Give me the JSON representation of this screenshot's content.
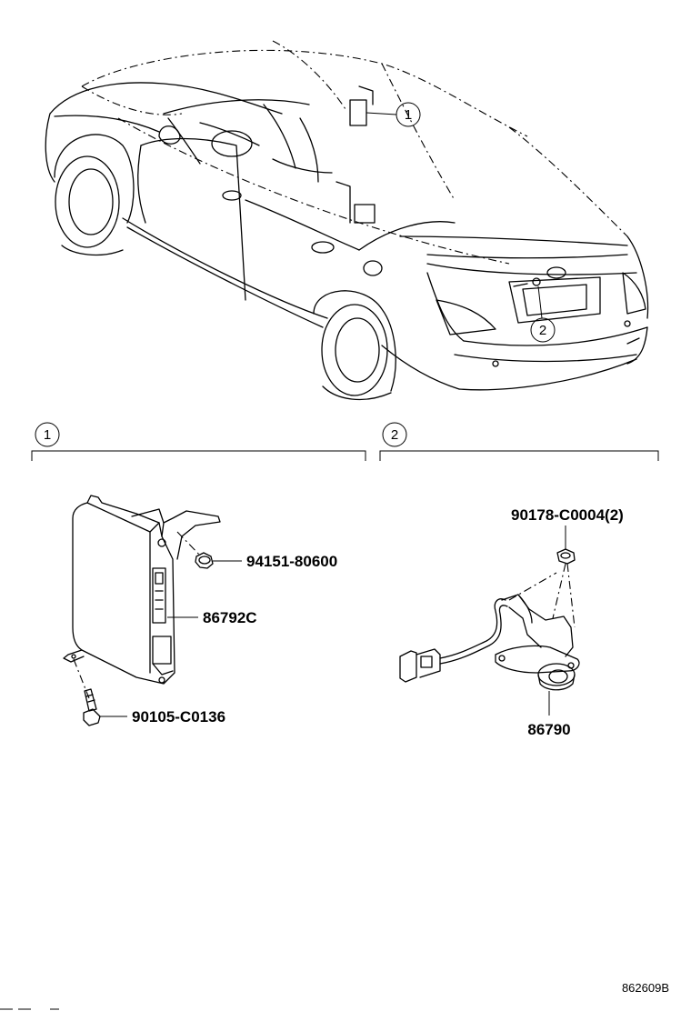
{
  "callouts": {
    "one": "1",
    "two": "2"
  },
  "parts": {
    "nut": "94151-80600",
    "module": "86792C",
    "bolt": "90105-C0136",
    "screw": "90178-C0004(2)",
    "camera": "86790"
  },
  "figure_code": "862609B"
}
